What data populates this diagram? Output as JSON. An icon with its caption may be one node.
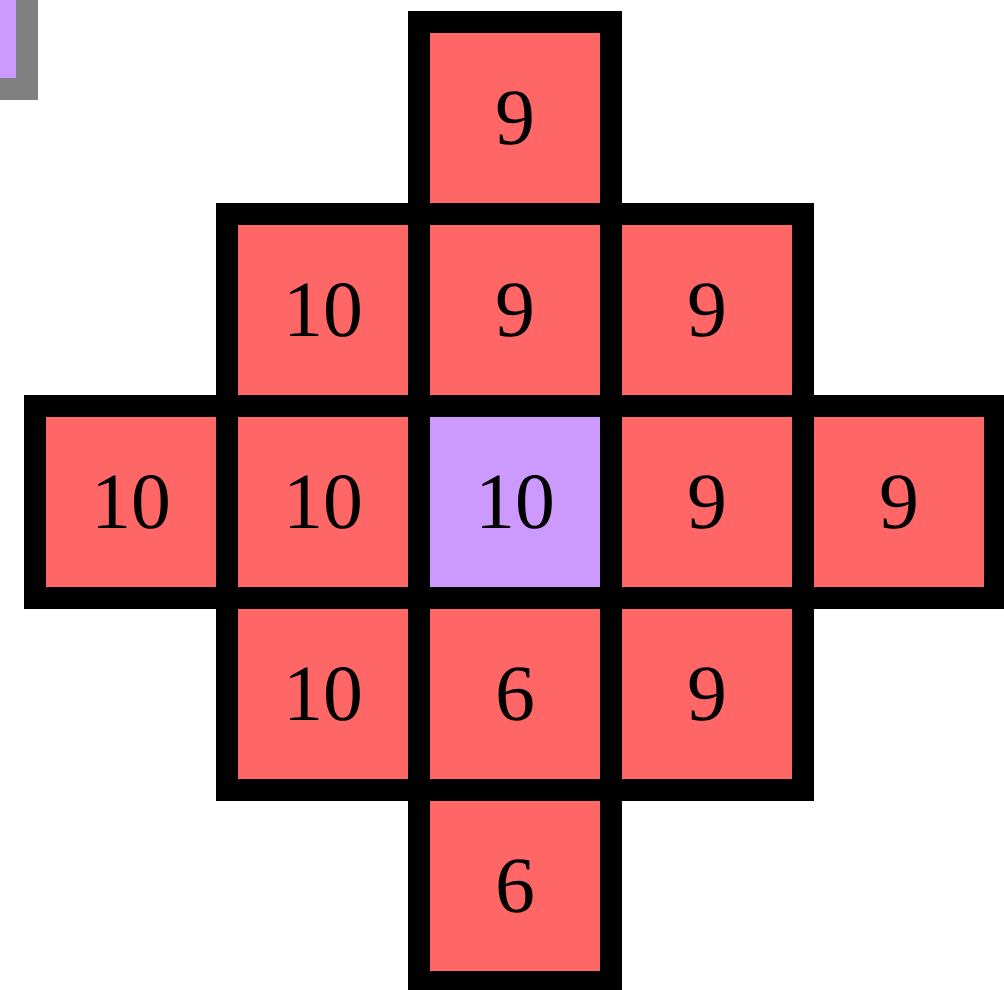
{
  "diagram": {
    "nodes": [
      {
        "text": [
          "9"
        ]
      },
      {
        "text": [
          "10"
        ]
      },
      {
        "text": [
          "9"
        ]
      },
      {
        "text": [
          "9"
        ]
      },
      {
        "text": [
          "10"
        ]
      },
      {
        "text": [
          "10"
        ]
      },
      {
        "text": [
          "10"
        ]
      },
      {
        "text": [
          "9"
        ]
      },
      {
        "text": [
          "9"
        ]
      },
      {
        "text": [
          "10"
        ]
      },
      {
        "text": [
          "6"
        ]
      },
      {
        "text": [
          "9"
        ]
      },
      {
        "text": [
          "6"
        ]
      }
    ]
  }
}
